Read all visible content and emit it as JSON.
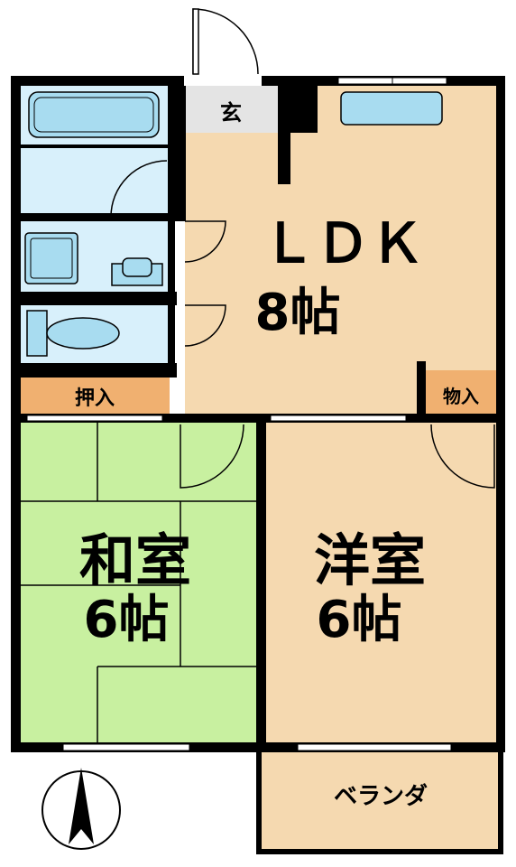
{
  "rooms": {
    "ldk": {
      "name": "ＬＤＫ",
      "size": "8帖"
    },
    "washitsu": {
      "name": "和室",
      "size": "6帖"
    },
    "youshitsu": {
      "name": "洋室",
      "size": "6帖"
    },
    "genkan": "玄",
    "oshiire": "押入",
    "monoire": "物入",
    "veranda": "ベランダ"
  },
  "colors": {
    "wall": "#000000",
    "ldk_floor": "#f5d9b0",
    "tatami": "#c8f0a0",
    "western_floor": "#f5d9b0",
    "wet_area": "#d8f0fb",
    "fixture": "#a8dcf0",
    "storage": "#f0b070",
    "entrance": "#e4e4e4"
  },
  "icons": [
    "north-arrow-icon",
    "door-swing-icon",
    "bathtub-icon",
    "toilet-icon",
    "sink-icon",
    "washing-machine-icon"
  ]
}
